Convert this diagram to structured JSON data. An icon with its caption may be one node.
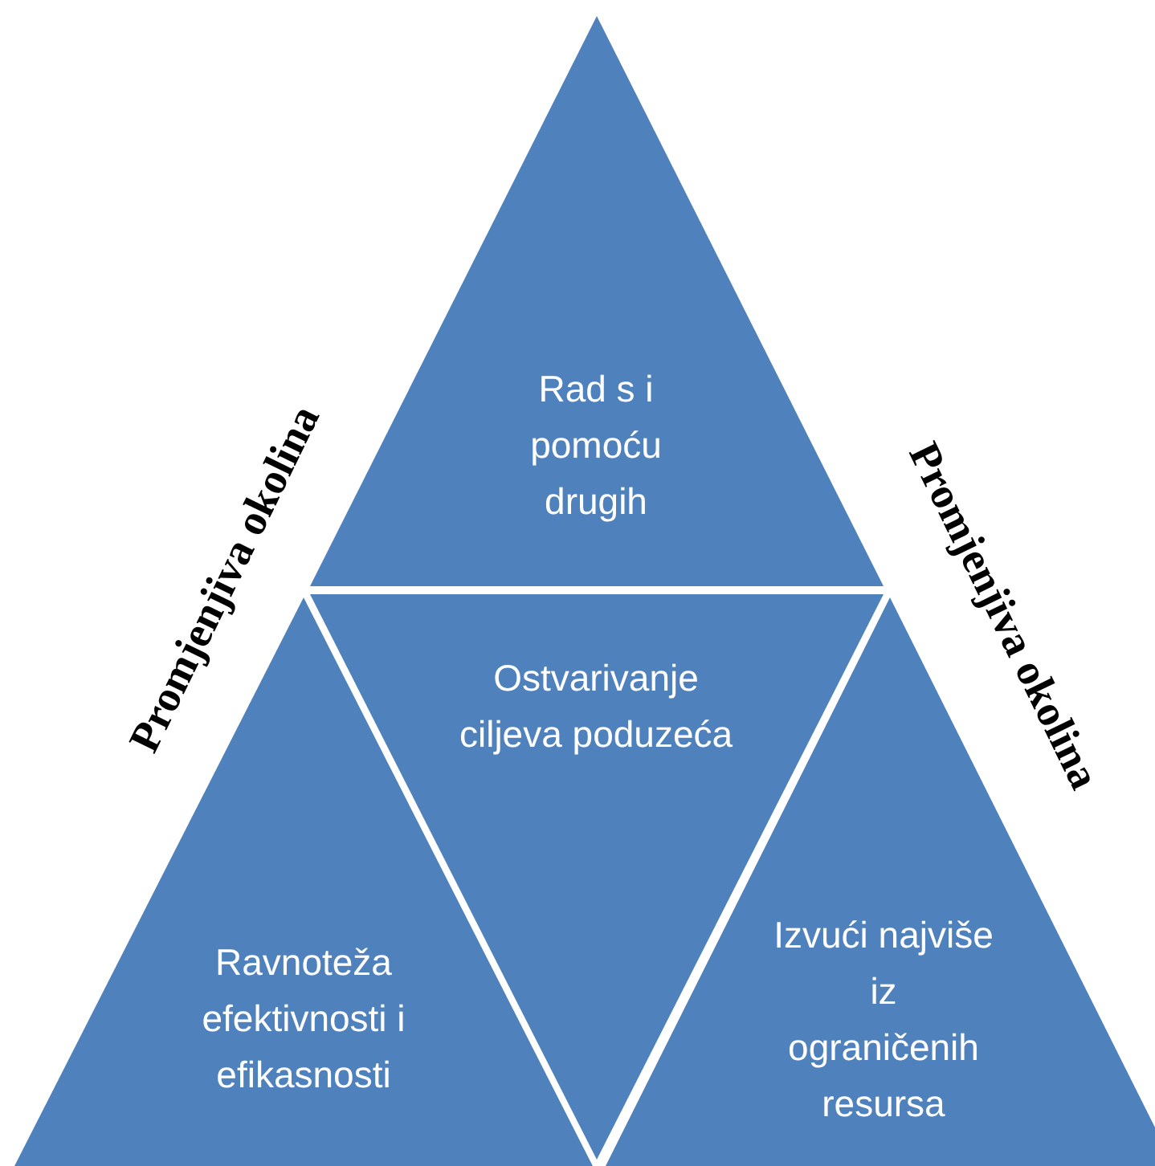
{
  "diagram": {
    "nodes": [
      {
        "text": [
          "Rad s i pomoću drugih"
        ]
      },
      {
        "text": [
          "Ostvarivanje ciljeva poduzeća"
        ]
      },
      {
        "text": [
          "Ravnoteža efektivnosti i efikasnosti"
        ]
      },
      {
        "text": [
          "Izvući najviše iz ograničenih resursa"
        ]
      }
    ],
    "labels": [
      "Promjenjiva okolina",
      "Promjenjiva okolina"
    ]
  }
}
